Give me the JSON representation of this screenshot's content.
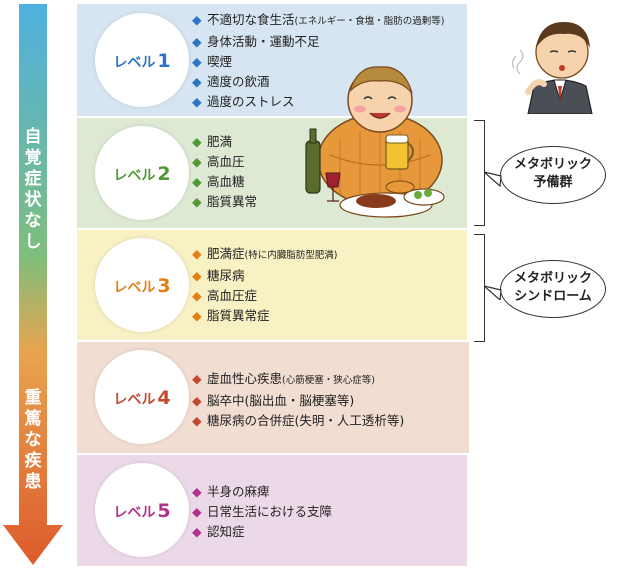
{
  "arrow": {
    "top_label": [
      "自",
      "覚",
      "症",
      "状",
      "な",
      "し"
    ],
    "bottom_label": [
      "重",
      "篤",
      "な",
      "疾",
      "患"
    ]
  },
  "levels": [
    {
      "prefix": "レベル",
      "num": "1",
      "bg": "#d7e5f2",
      "color": "#2b74c6",
      "bullet": "◆",
      "items": [
        {
          "text": "不適切な食生活",
          "note": "(エネルギー・食塩・脂肪の過剰等)"
        },
        {
          "text": "身体活動・運動不足",
          "note": ""
        },
        {
          "text": "喫煙",
          "note": ""
        },
        {
          "text": "適度の飲酒",
          "note": ""
        },
        {
          "text": "過度のストレス",
          "note": ""
        }
      ]
    },
    {
      "prefix": "レベル",
      "num": "2",
      "bg": "#dde9d3",
      "color": "#4f9a35",
      "bullet": "◆",
      "items": [
        {
          "text": "肥満",
          "note": ""
        },
        {
          "text": "高血圧",
          "note": ""
        },
        {
          "text": "高血糖",
          "note": ""
        },
        {
          "text": "脂質異常",
          "note": ""
        }
      ]
    },
    {
      "prefix": "レベル",
      "num": "3",
      "bg": "#f8f1c4",
      "color": "#e57f15",
      "bullet": "◆",
      "items": [
        {
          "text": "肥満症",
          "note": "(特に内臓脂肪型肥満)"
        },
        {
          "text": "糖尿病",
          "note": ""
        },
        {
          "text": "高血圧症",
          "note": ""
        },
        {
          "text": "脂質異常症",
          "note": ""
        }
      ]
    },
    {
      "prefix": "レベル",
      "num": "4",
      "bg": "#f2ddd2",
      "color": "#c44a2f",
      "bullet": "◆",
      "items": [
        {
          "text": "虚血性心疾患",
          "note": "(心筋梗塞・狭心症等)"
        },
        {
          "text": "脳卒中(脳出血・脳梗塞等)",
          "note": ""
        },
        {
          "text": "糖尿病の合併症(失明・人工透析等)",
          "note": ""
        }
      ]
    },
    {
      "prefix": "レベル",
      "num": "5",
      "bg": "#ecd9e8",
      "color": "#b0328a",
      "bullet": "◆",
      "items": [
        {
          "text": "半身の麻痺",
          "note": ""
        },
        {
          "text": "日常生活における支障",
          "note": ""
        },
        {
          "text": "認知症",
          "note": ""
        }
      ]
    }
  ],
  "callouts": [
    {
      "line1": "メタボリック",
      "line2": "予備群"
    },
    {
      "line1": "メタボリック",
      "line2": "シンドローム"
    }
  ]
}
